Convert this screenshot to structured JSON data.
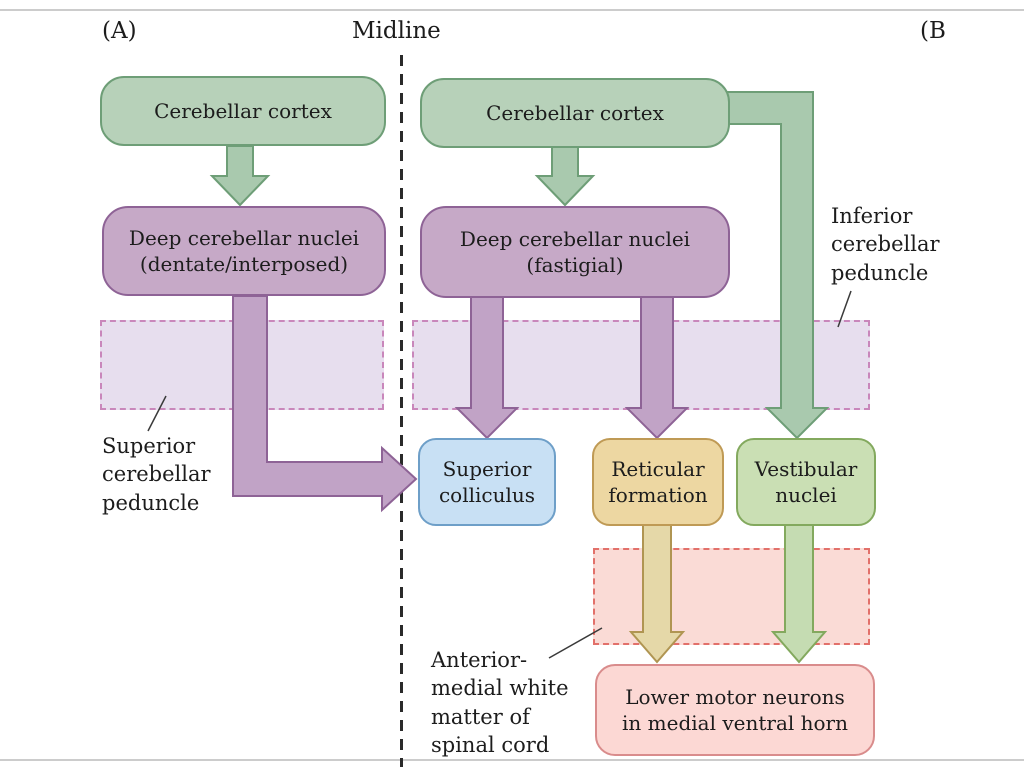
{
  "figure": {
    "panel_a_label": "(A)",
    "panel_b_label": "(B",
    "midline_label": "Midline"
  },
  "boxes": {
    "a_cortex": "Cerebellar cortex",
    "a_deep": "Deep cerebellar nuclei\n(dentate/interposed)",
    "b_cortex": "Cerebellar cortex",
    "b_deep": "Deep cerebellar nuclei\n(fastigial)",
    "superior_colliculus": "Superior\ncolliculus",
    "reticular_formation": "Reticular\nformation",
    "vestibular_nuclei": "Vestibular\nnuclei",
    "lower_motor_neurons": "Lower motor neurons\nin medial ventral horn"
  },
  "annotations": {
    "superior_peduncle": "Superior\ncerebellar\npeduncle",
    "inferior_peduncle": "Inferior\ncerebellar\npeduncle",
    "spinal_white_matter": "Anterior-\nmedial white\nmatter of\nspinal cord"
  },
  "colors": {
    "green_box": "#b7d1b9",
    "purple_box": "#c6a9c7",
    "blue_box": "#c8e0f4",
    "tan_box": "#edd7a2",
    "light_green_box": "#cadfb4",
    "pink_box": "#fcd8d4",
    "lavender_band": "#e7deee",
    "pink_band": "#fadbd6"
  }
}
